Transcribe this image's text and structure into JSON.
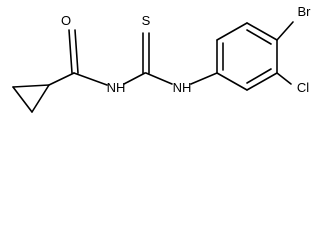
{
  "molecule": {
    "atoms": {
      "oxygen": "O",
      "sulfur": "S",
      "amide_nh": "NH",
      "aryl_nh": "NH",
      "bromine": "Br",
      "chlorine": "Cl"
    }
  }
}
